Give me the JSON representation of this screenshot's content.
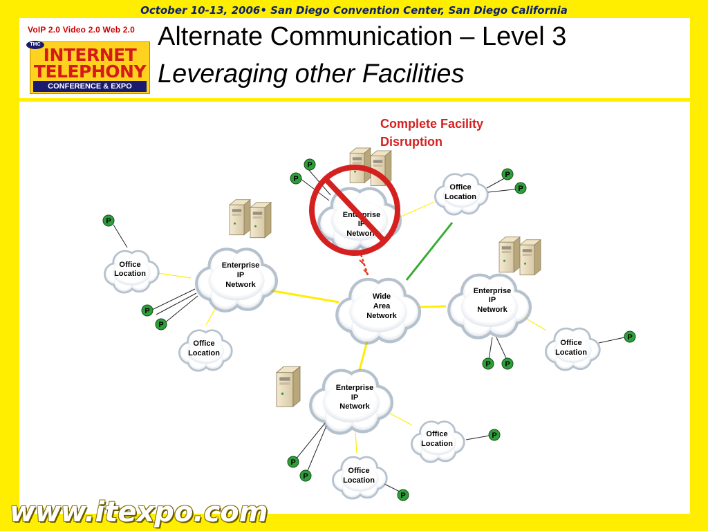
{
  "header": {
    "event_line": "October 10-13, 2006• San Diego Convention Center, San Diego California",
    "title": "Alternate Communication – Level 3",
    "subtitle": "Leveraging other Facilities"
  },
  "logo": {
    "tags": "VoIP 2.0   Video 2.0   Web 2.0",
    "tmc": "TMC",
    "line1": "INTERNET",
    "line2": "TELEPHONY",
    "line3": "CONFERENCE & EXPO"
  },
  "footer": {
    "url": "www.itexpo.com"
  },
  "diagram": {
    "disruption_label": [
      "Complete Facility",
      "Disruption"
    ],
    "phone_label": "P",
    "wan_label": [
      "Wide",
      "Area",
      "Network"
    ],
    "enterprise_label": [
      "Enterprise",
      "IP",
      "Network"
    ],
    "office_label": [
      "Office",
      "Location"
    ],
    "colors": {
      "wan_link": "#ffee00",
      "backup_link": "#3aaa35",
      "fault_link": "#e03a1e",
      "phone_fill": "#2e9e3a",
      "disruption": "#d52020"
    }
  }
}
